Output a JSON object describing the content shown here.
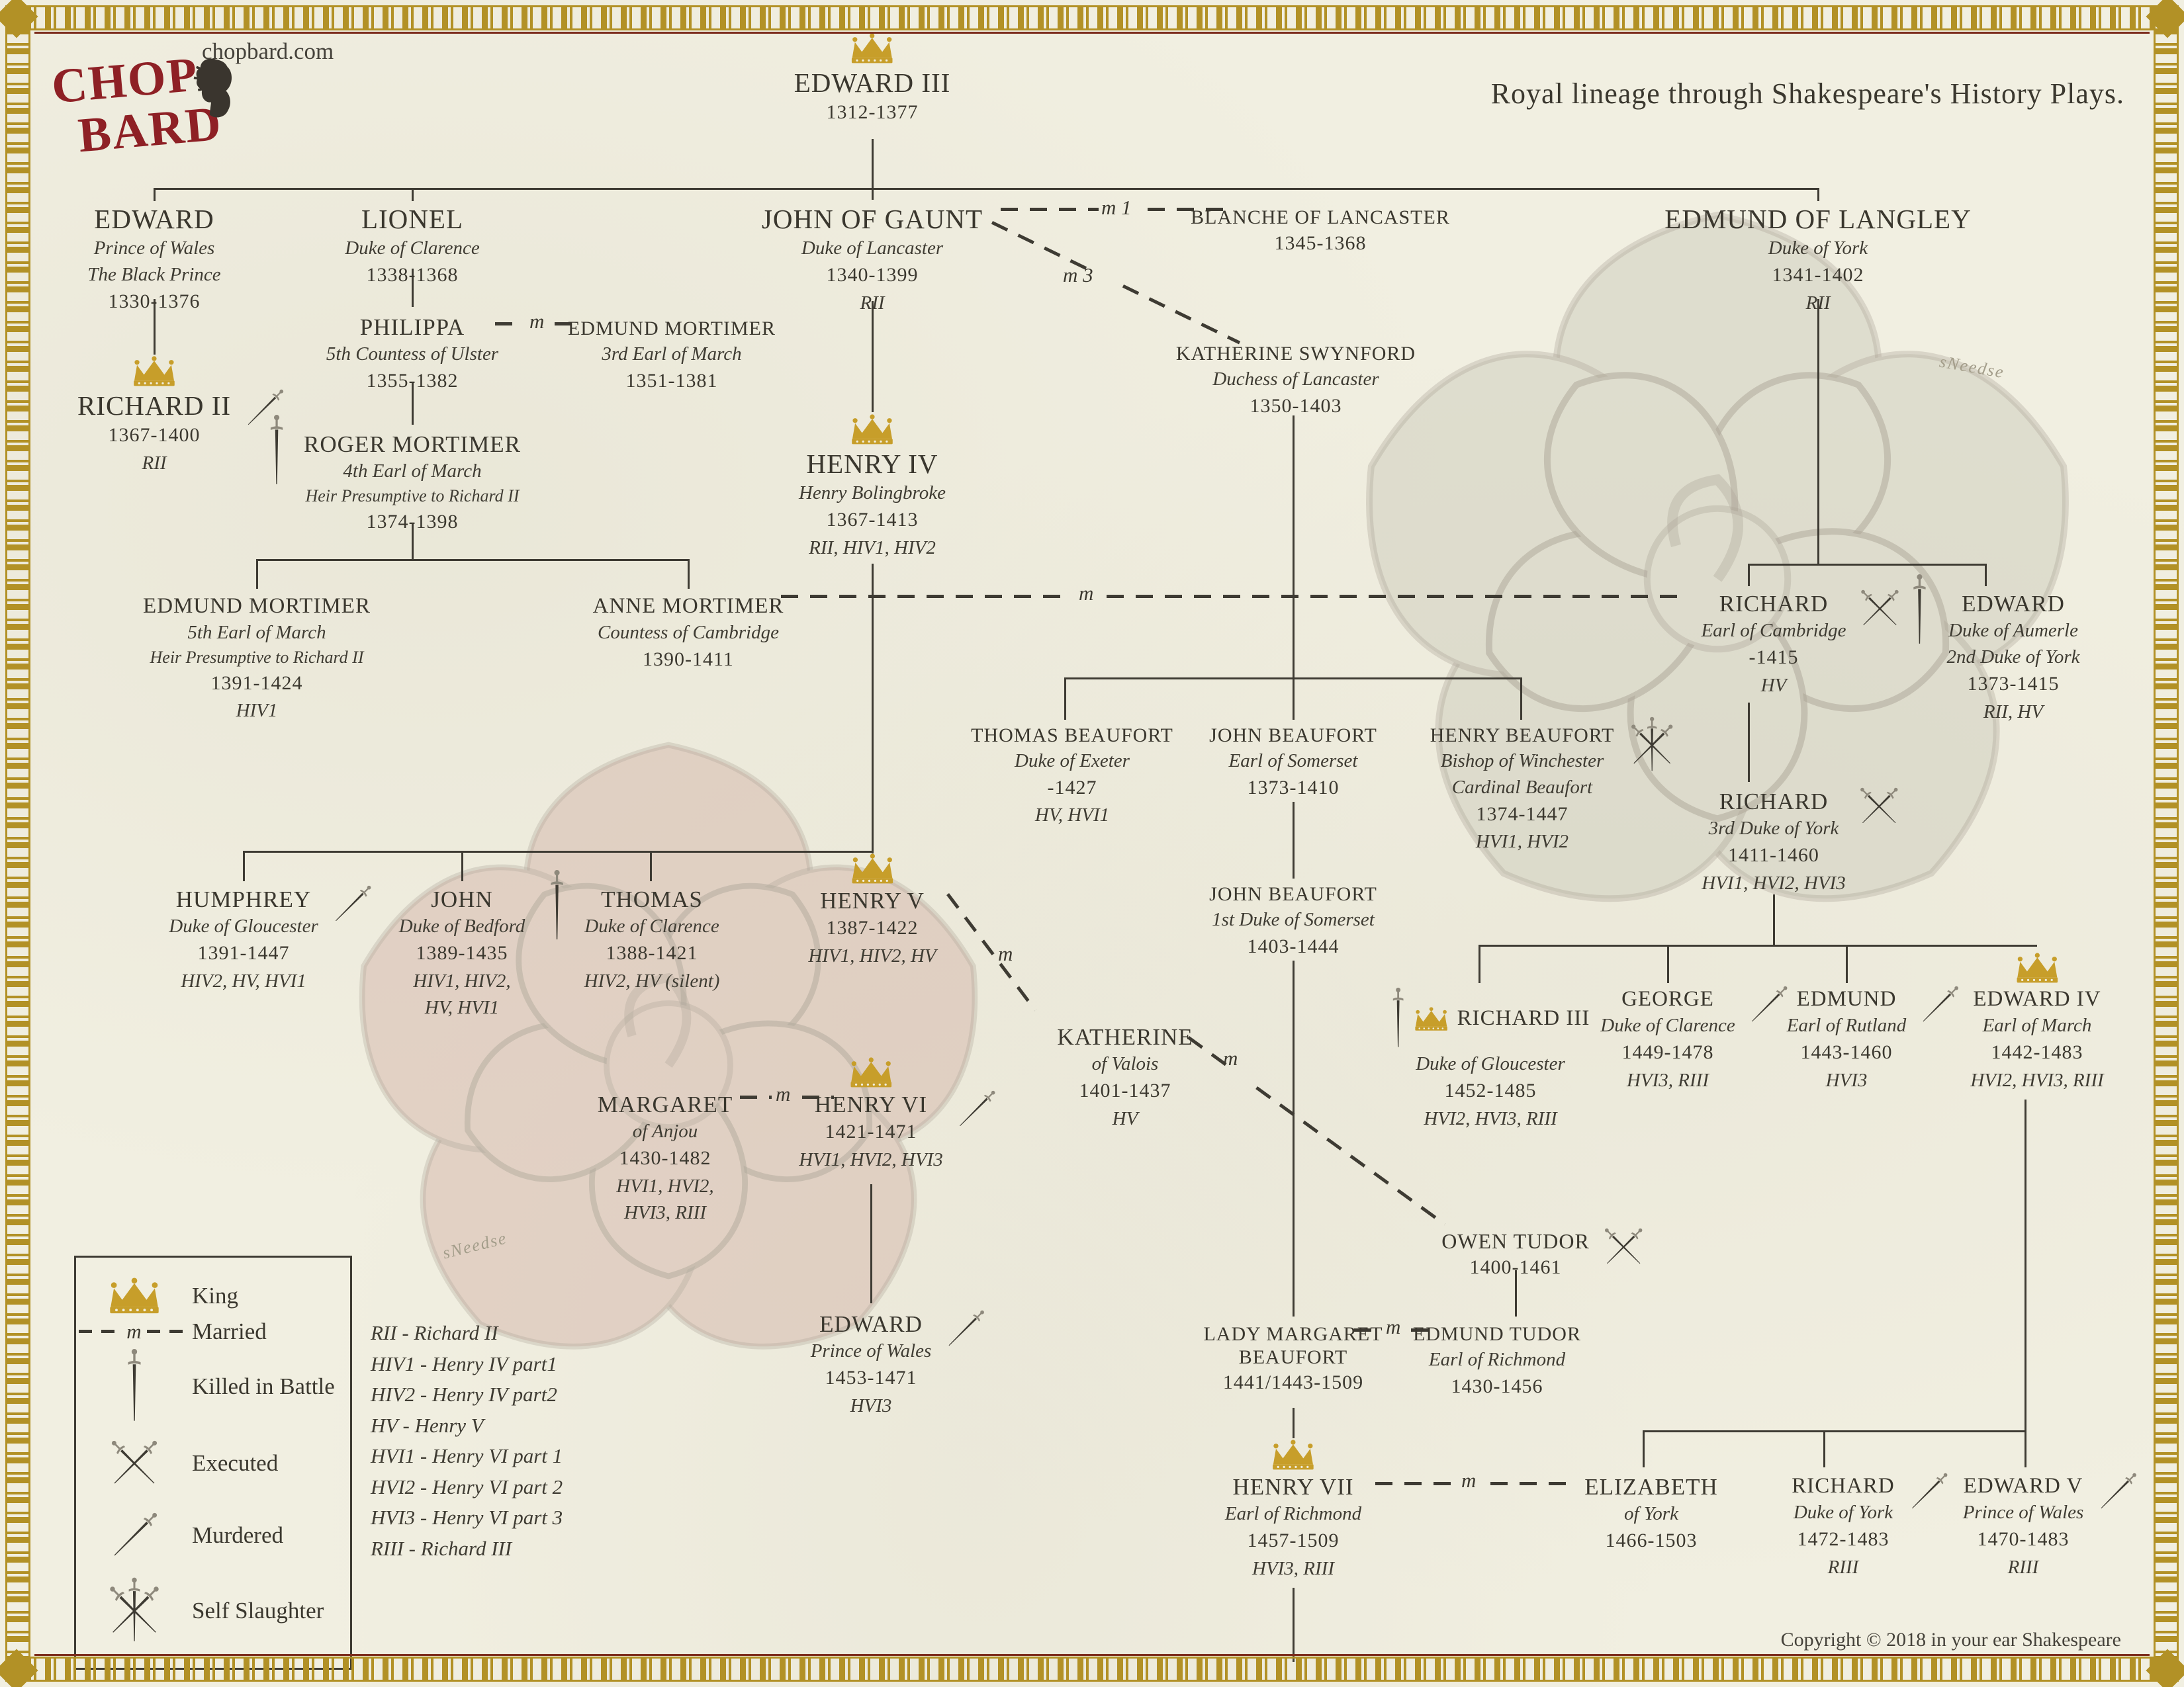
{
  "header": {
    "logo_top": "CHOP",
    "logo_bottom": "BARD",
    "site": "chopbard.com",
    "title": "Royal lineage through Shakespeare's History Plays."
  },
  "footer": {
    "copyright": "Copyright © 2018 in your ear Shakespeare"
  },
  "watermark": {
    "text": "sNeedse"
  },
  "marriage": {
    "m": "m",
    "m1": "m 1",
    "m3": "m 3"
  },
  "legend": {
    "king": "King",
    "married": "Married",
    "married_m": "m",
    "killed": "Killed in Battle",
    "executed": "Executed",
    "murdered": "Murdered",
    "self": "Self Slaughter"
  },
  "abbreviations": [
    "RII - Richard II",
    "HIV1 - Henry IV part1",
    "HIV2 - Henry IV part2",
    "HV - Henry V",
    "HVI1 - Henry VI part 1",
    "HVI2 - Henry VI part 2",
    "HVI3 - Henry VI part 3",
    "RIII - Richard III"
  ],
  "people": {
    "edward3": {
      "name": "EDWARD III",
      "dates": "1312-1377",
      "crown": true
    },
    "blackprince": {
      "name": "EDWARD",
      "title": "Prince of Wales",
      "title2": "The Black Prince",
      "dates": "1330-1376"
    },
    "lionel": {
      "name": "LIONEL",
      "title": "Duke of Clarence",
      "dates": "1338-1368"
    },
    "gaunt": {
      "name": "JOHN OF GAUNT",
      "title": "Duke of Lancaster",
      "dates": "1340-1399",
      "plays": "RII"
    },
    "blanche": {
      "name": "BLANCHE OF LANCASTER",
      "dates": "1345-1368"
    },
    "langley": {
      "name": "EDMUND OF LANGLEY",
      "title": "Duke of York",
      "dates": "1341-1402",
      "plays": "RII"
    },
    "richard2": {
      "name": "RICHARD II",
      "dates": "1367-1400",
      "plays": "RII",
      "crown": true,
      "fate": "murdered"
    },
    "philippa": {
      "name": "PHILIPPA",
      "title": "5th Countess of Ulster",
      "dates": "1355-1382"
    },
    "mortimer3": {
      "name": "EDMUND MORTIMER",
      "title": "3rd Earl of March",
      "dates": "1351-1381"
    },
    "swynford": {
      "name": "KATHERINE SWYNFORD",
      "title": "Duchess of Lancaster",
      "dates": "1350-1403"
    },
    "henry4": {
      "name": "HENRY IV",
      "title": "Henry Bolingbroke",
      "dates": "1367-1413",
      "plays": "RII, HIV1, HIV2",
      "crown": true
    },
    "roger": {
      "name": "ROGER MORTIMER",
      "title": "4th Earl of March",
      "title2": "Heir Presumptive to Richard II",
      "dates": "1374-1398",
      "fate": "killed-in-battle"
    },
    "mortimer5": {
      "name": "EDMUND MORTIMER",
      "title": "5th Earl of March",
      "title2": "Heir Presumptive to Richard II",
      "dates": "1391-1424",
      "plays": "HIV1"
    },
    "anne": {
      "name": "ANNE MORTIMER",
      "title": "Countess of Cambridge",
      "dates": "1390-1411"
    },
    "cambridge": {
      "name": "RICHARD",
      "title": "Earl of Cambridge",
      "dates": "-1415",
      "plays": "HV",
      "fate": "executed"
    },
    "aumerle": {
      "name": "EDWARD",
      "title": "Duke of Aumerle",
      "title2": "2nd Duke of York",
      "dates": "1373-1415",
      "plays": "RII, HV",
      "fate": "killed-in-battle"
    },
    "tbeaufort": {
      "name": "THOMAS BEAUFORT",
      "title": "Duke of Exeter",
      "dates": "-1427",
      "plays": "HV, HVI1"
    },
    "jbeaufort1": {
      "name": "JOHN BEAUFORT",
      "title": "Earl of Somerset",
      "dates": "1373-1410"
    },
    "hbeaufort": {
      "name": "HENRY BEAUFORT",
      "title": "Bishop of Winchester",
      "title2": "Cardinal Beaufort",
      "dates": "1374-1447",
      "plays": "HVI1, HVI2",
      "fate": "self-slaughter"
    },
    "york3": {
      "name": "RICHARD",
      "title": "3rd Duke of York",
      "dates": "1411-1460",
      "plays": "HVI1, HVI2, HVI3",
      "fate": "executed"
    },
    "jbeaufort2": {
      "name": "JOHN BEAUFORT",
      "title": "1st Duke of Somerset",
      "dates": "1403-1444"
    },
    "humphrey": {
      "name": "HUMPHREY",
      "title": "Duke of Gloucester",
      "dates": "1391-1447",
      "plays": "HIV2, HV, HVI1",
      "fate": "murdered"
    },
    "bedford": {
      "name": "JOHN",
      "title": "Duke of Bedford",
      "dates": "1389-1435",
      "plays": "HIV1, HIV2,",
      "plays2": "HV, HVI1"
    },
    "clarence2": {
      "name": "THOMAS",
      "title": "Duke of Clarence",
      "dates": "1388-1421",
      "plays": "HIV2, HV (silent)",
      "fate": "killed-in-battle"
    },
    "henry5": {
      "name": "HENRY V",
      "dates": "1387-1422",
      "plays": "HIV1, HIV2, HV",
      "crown": true
    },
    "valois": {
      "name": "KATHERINE",
      "title": "of Valois",
      "dates": "1401-1437",
      "plays": "HV"
    },
    "richard3": {
      "name": "RICHARD III",
      "title": "Duke of Gloucester",
      "dates": "1452-1485",
      "plays": "HVI2, HVI3, RIII",
      "crown": true,
      "fate": "killed-in-battle"
    },
    "george": {
      "name": "GEORGE",
      "title": "Duke of Clarence",
      "dates": "1449-1478",
      "plays": "HVI3, RIII",
      "fate": "murdered"
    },
    "rutland": {
      "name": "EDMUND",
      "title": "Earl of Rutland",
      "dates": "1443-1460",
      "plays": "HVI3",
      "fate": "murdered"
    },
    "edward4": {
      "name": "EDWARD IV",
      "title": "Earl of March",
      "dates": "1442-1483",
      "plays": "HVI2, HVI3, RIII",
      "crown": true
    },
    "anjou": {
      "name": "MARGARET",
      "title": "of Anjou",
      "dates": "1430-1482",
      "plays": "HVI1, HVI2,",
      "plays2": "HVI3, RIII"
    },
    "henry6": {
      "name": "HENRY VI",
      "dates": "1421-1471",
      "plays": "HVI1, HVI2, HVI3",
      "crown": true,
      "fate": "murdered"
    },
    "owen": {
      "name": "OWEN TUDOR",
      "dates": "1400-1461",
      "fate": "executed"
    },
    "edpow": {
      "name": "EDWARD",
      "title": "Prince of Wales",
      "dates": "1453-1471",
      "plays": "HVI3",
      "fate": "murdered"
    },
    "margaretb": {
      "name": "LADY MARGARET",
      "name2": "BEAUFORT",
      "dates": "1441/1443-1509"
    },
    "etudor": {
      "name": "EDMUND TUDOR",
      "title": "Earl of Richmond",
      "dates": "1430-1456"
    },
    "henry7": {
      "name": "HENRY VII",
      "title": "Earl of Richmond",
      "dates": "1457-1509",
      "plays": "HVI3, RIII",
      "crown": true
    },
    "eyork": {
      "name": "ELIZABETH",
      "title": "of York",
      "dates": "1466-1503"
    },
    "ryork": {
      "name": "RICHARD",
      "title": "Duke of York",
      "dates": "1472-1483",
      "plays": "RIII",
      "fate": "murdered"
    },
    "edward5": {
      "name": "EDWARD V",
      "title": "Prince of Wales",
      "dates": "1470-1483",
      "plays": "RIII",
      "fate": "murdered"
    }
  }
}
